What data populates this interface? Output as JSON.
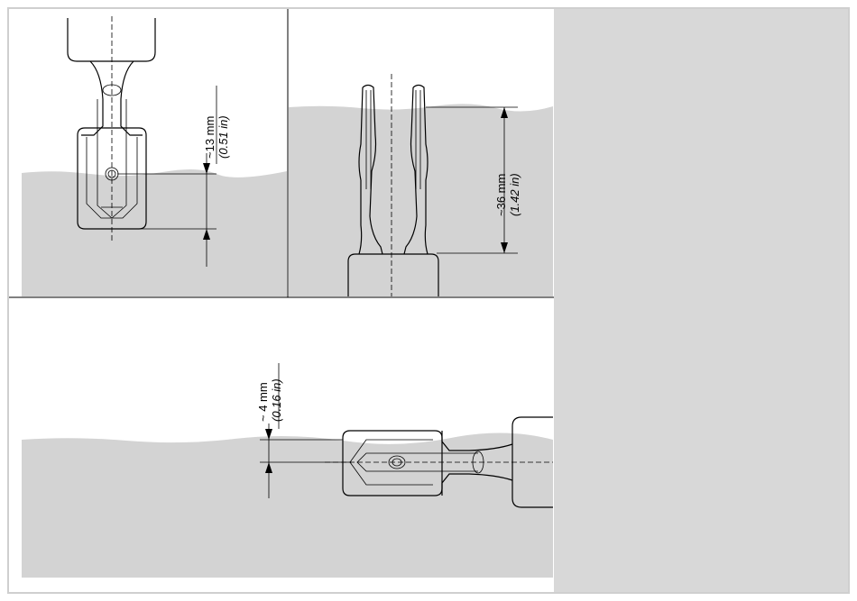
{
  "dimensions": {
    "panel_a": {
      "value": "~13 mm",
      "alt": "(0.51 in)"
    },
    "panel_b": {
      "value": "~36 mm",
      "alt": "(1.42 in)"
    },
    "panel_c": {
      "value": "~ 4 mm",
      "alt": "(0.16 in)"
    }
  },
  "colors": {
    "liquid": "#d3d3d3",
    "side_panel": "#d8d8d8",
    "frame": "#cfcfcf",
    "line": "#000000"
  }
}
